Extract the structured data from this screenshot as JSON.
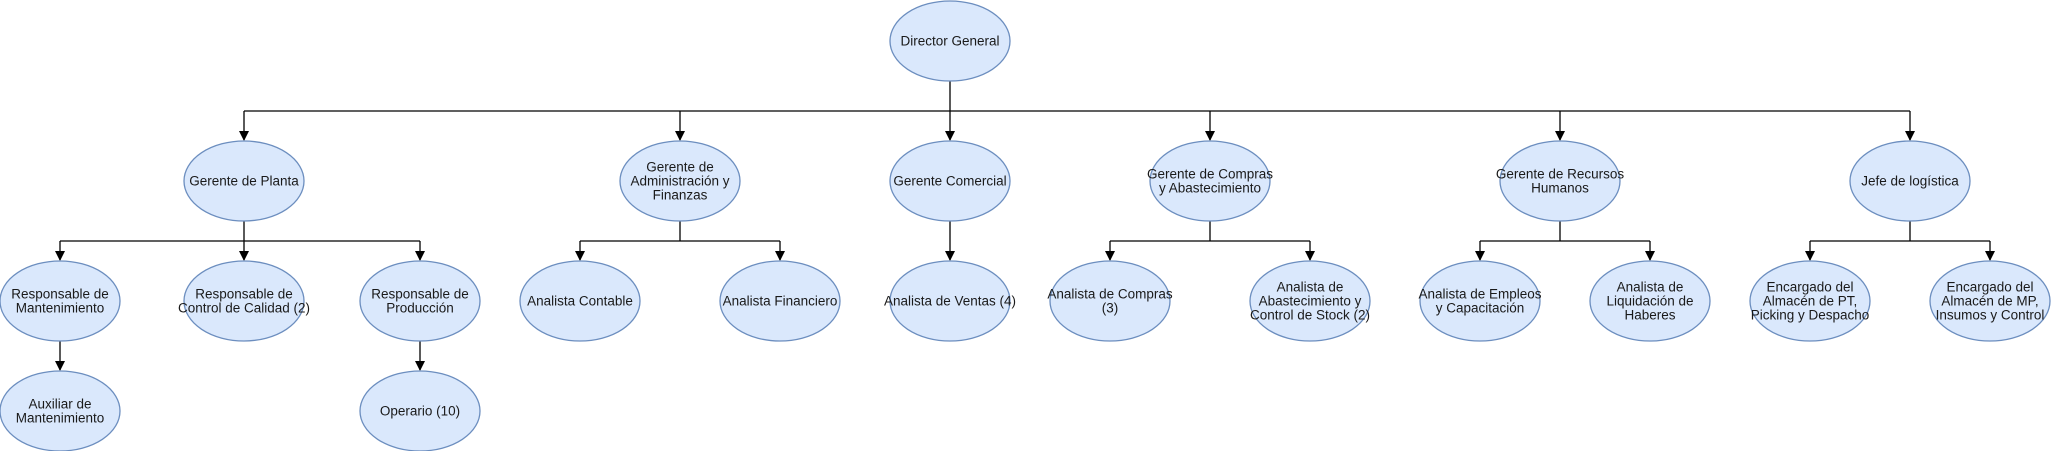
{
  "diagram": {
    "type": "org-chart",
    "colors": {
      "node_fill": "#dae8fc",
      "node_stroke": "#6c8ebf",
      "edge": "#000000",
      "text": "#1a1a1a"
    },
    "nodes": [
      {
        "id": "director-general",
        "lines": [
          "Director General"
        ]
      },
      {
        "id": "gerente-planta",
        "lines": [
          "Gerente de Planta"
        ]
      },
      {
        "id": "gerente-admin",
        "lines": [
          "Gerente de",
          "Administración y",
          "Finanzas"
        ]
      },
      {
        "id": "gerente-comercial",
        "lines": [
          "Gerente Comercial"
        ]
      },
      {
        "id": "gerente-compras",
        "lines": [
          "Gerente de Compras",
          "y Abastecimiento"
        ]
      },
      {
        "id": "gerente-rrhh",
        "lines": [
          "Gerente de Recursos",
          "Humanos"
        ]
      },
      {
        "id": "jefe-logistica",
        "lines": [
          "Jefe de logística"
        ]
      },
      {
        "id": "resp-mantenimiento",
        "lines": [
          "Responsable de",
          "Mantenimiento"
        ]
      },
      {
        "id": "resp-calidad",
        "lines": [
          "Responsable de",
          "Control de Calidad (2)"
        ]
      },
      {
        "id": "resp-produccion",
        "lines": [
          "Responsable de",
          "Producción"
        ]
      },
      {
        "id": "auxiliar-mantenimiento",
        "lines": [
          "Auxiliar de",
          "Mantenimiento"
        ]
      },
      {
        "id": "operario",
        "lines": [
          "Operario (10)"
        ]
      },
      {
        "id": "analista-contable",
        "lines": [
          "Analista Contable"
        ]
      },
      {
        "id": "analista-financiero",
        "lines": [
          "Analista Financiero"
        ]
      },
      {
        "id": "analista-ventas",
        "lines": [
          "Analista de Ventas (4)"
        ]
      },
      {
        "id": "analista-compras",
        "lines": [
          "Analista de Compras",
          "(3)"
        ]
      },
      {
        "id": "analista-abastecimiento",
        "lines": [
          "Analista de",
          "Abastecimiento y",
          "Control de Stock (2)"
        ]
      },
      {
        "id": "analista-empleos",
        "lines": [
          "Analista de Empleos",
          "y Capacitación"
        ]
      },
      {
        "id": "analista-liquidacion",
        "lines": [
          "Analista de",
          "Liquidación de",
          "Haberes"
        ]
      },
      {
        "id": "encargado-pt",
        "lines": [
          "Encargado del",
          "Almacén de PT,",
          "Picking y Despacho"
        ]
      },
      {
        "id": "encargado-mp",
        "lines": [
          "Encargado del",
          "Almacén de MP,",
          "Insumos y Control"
        ]
      }
    ],
    "edges": [
      {
        "from": "director-general",
        "to": [
          "gerente-planta",
          "gerente-admin",
          "gerente-comercial",
          "gerente-compras",
          "gerente-rrhh",
          "jefe-logistica"
        ]
      },
      {
        "from": "gerente-planta",
        "to": [
          "resp-mantenimiento",
          "resp-calidad",
          "resp-produccion"
        ]
      },
      {
        "from": "resp-mantenimiento",
        "to": [
          "auxiliar-mantenimiento"
        ]
      },
      {
        "from": "resp-produccion",
        "to": [
          "operario"
        ]
      },
      {
        "from": "gerente-admin",
        "to": [
          "analista-contable",
          "analista-financiero"
        ]
      },
      {
        "from": "gerente-comercial",
        "to": [
          "analista-ventas"
        ]
      },
      {
        "from": "gerente-compras",
        "to": [
          "analista-compras",
          "analista-abastecimiento"
        ]
      },
      {
        "from": "gerente-rrhh",
        "to": [
          "analista-empleos",
          "analista-liquidacion"
        ]
      },
      {
        "from": "jefe-logistica",
        "to": [
          "encargado-pt",
          "encargado-mp"
        ]
      }
    ]
  }
}
